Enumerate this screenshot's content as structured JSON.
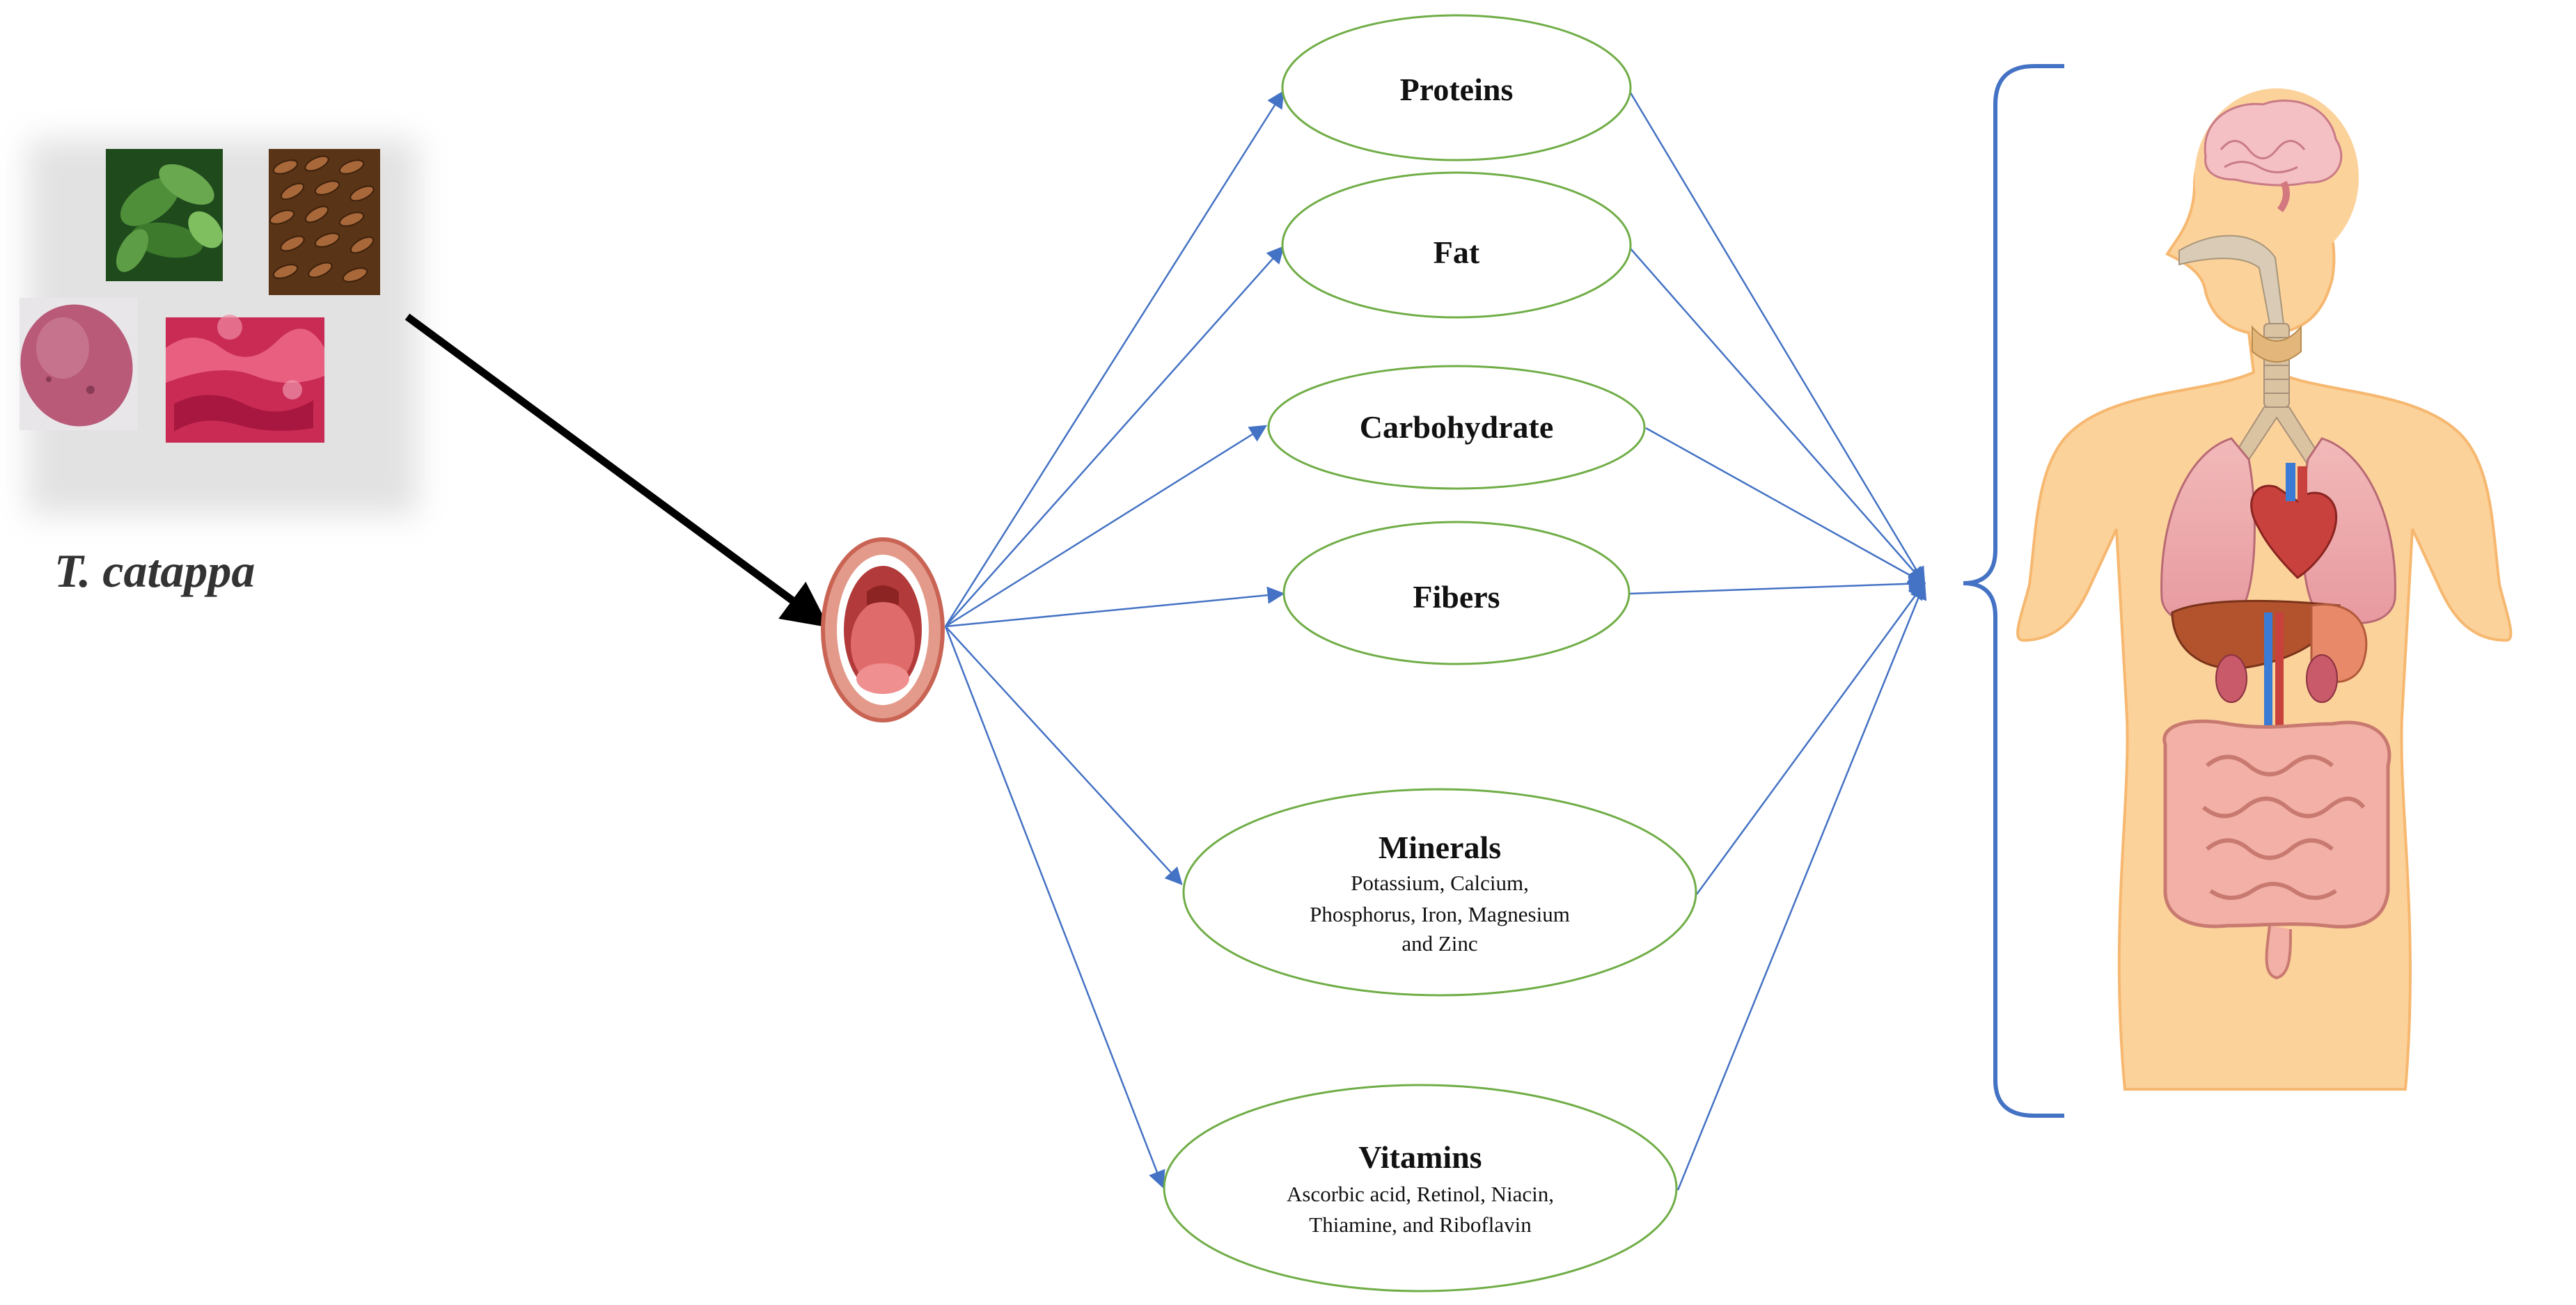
{
  "species_label": "T. catappa",
  "nutrients": [
    {
      "title": "Proteins",
      "lines": []
    },
    {
      "title": "Fat",
      "lines": []
    },
    {
      "title": "Carbohydrate",
      "lines": []
    },
    {
      "title": "Fibers",
      "lines": []
    },
    {
      "title": "Minerals",
      "lines": [
        "Potassium, Calcium,",
        "Phosphorus, Iron, Magnesium",
        "and Zinc"
      ]
    },
    {
      "title": "Vitamins",
      "lines": [
        "Ascorbic acid, Retinol, Niacin,",
        "Thiamine, and Riboflavin"
      ]
    }
  ],
  "colors": {
    "ellipse_stroke": "#70ad47",
    "connector": "#4472c4",
    "bracket": "#4472c4",
    "main_arrow": "#000000"
  },
  "icons": [
    "leaf-photo",
    "seed-photo",
    "fruit-photo",
    "pulp-photo",
    "mouth-icon",
    "human-body-organs-icon"
  ]
}
